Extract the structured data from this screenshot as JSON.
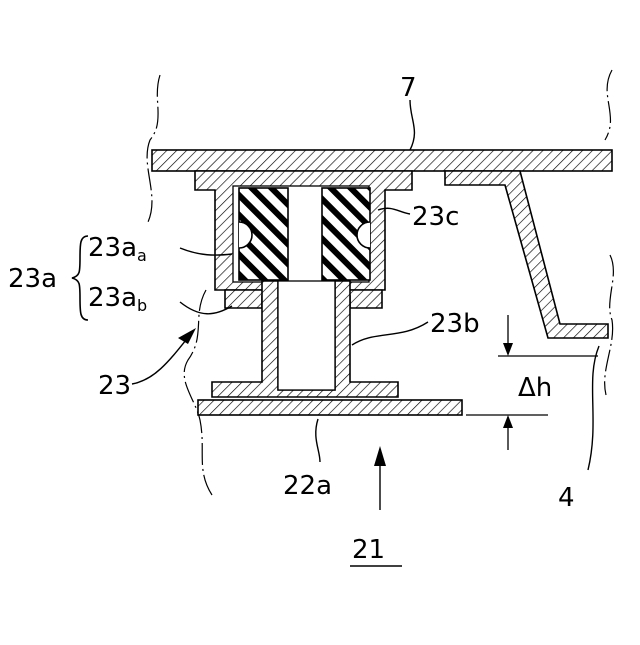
{
  "labels": {
    "plate_7": "7",
    "bush_23c": "23c",
    "group_23a": "23a",
    "part_23aa_main": "23a",
    "part_23aa_sub": "a",
    "part_23ab_main": "23a",
    "part_23ab_sub": "b",
    "part_23b": "23b",
    "assembly_23": "23",
    "delta_h_symbol": "Δh",
    "base_22a": "22a",
    "frame_21": "21",
    "bracket_4": "4"
  }
}
